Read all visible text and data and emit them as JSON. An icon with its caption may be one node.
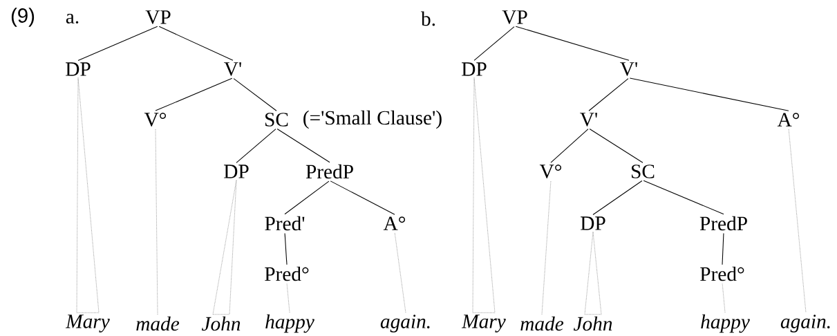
{
  "diagram": {
    "nodes": [
      {
        "text": [
          "VP"
        ]
      },
      {
        "text": [
          "DP"
        ]
      },
      {
        "text": [
          "V'"
        ]
      },
      {
        "text": [
          "V°"
        ]
      },
      {
        "text": [
          "SC"
        ],
        "beside": [
          "(='Small Clause')"
        ]
      },
      {
        "text": [
          "DP"
        ]
      },
      {
        "text": [
          "PredP"
        ]
      },
      {
        "text": [
          "Pred'"
        ]
      },
      {
        "text": [
          "A°"
        ]
      },
      {
        "text": [
          "Pred°"
        ]
      },
      {
        "text": [
          "Mary"
        ]
      },
      {
        "text": [
          "made"
        ]
      },
      {
        "text": [
          "John"
        ]
      },
      {
        "text": [
          "happy"
        ]
      },
      {
        "text": [
          "again."
        ]
      },
      {
        "text": [
          "VP"
        ]
      },
      {
        "text": [
          "DP"
        ]
      },
      {
        "text": [
          "V'"
        ]
      },
      {
        "text": [
          "V'"
        ]
      },
      {
        "text": [
          "A°"
        ]
      },
      {
        "text": [
          "V°"
        ]
      },
      {
        "text": [
          "SC"
        ]
      },
      {
        "text": [
          "DP"
        ]
      },
      {
        "text": [
          "PredP"
        ]
      },
      {
        "text": [
          "Pred°"
        ]
      },
      {
        "text": [
          "Mary"
        ]
      },
      {
        "text": [
          "made"
        ]
      },
      {
        "text": [
          "John"
        ]
      },
      {
        "text": [
          "happy"
        ]
      },
      {
        "text": [
          "again."
        ]
      }
    ],
    "edges": [
      {
        "from": 0,
        "to": 1,
        "arrow": "none"
      },
      {
        "from": 0,
        "to": 2,
        "arrow": "none"
      },
      {
        "from": 2,
        "to": 3,
        "arrow": "none"
      },
      {
        "from": 2,
        "to": 4,
        "arrow": "none"
      },
      {
        "from": 4,
        "to": 5,
        "arrow": "none"
      },
      {
        "from": 4,
        "to": 6,
        "arrow": "none"
      },
      {
        "from": 6,
        "to": 7,
        "arrow": "none"
      },
      {
        "from": 6,
        "to": 8,
        "arrow": "none"
      },
      {
        "from": 7,
        "to": 9,
        "arrow": "none"
      },
      {
        "from": 1,
        "to": 10,
        "arrow": "none",
        "style": "dashed"
      },
      {
        "from": 3,
        "to": 11,
        "arrow": "none",
        "style": "dashed"
      },
      {
        "from": 5,
        "to": 12,
        "arrow": "none",
        "style": "dashed"
      },
      {
        "from": 9,
        "to": 13,
        "arrow": "none",
        "style": "dashed"
      },
      {
        "from": 8,
        "to": 14,
        "arrow": "none",
        "style": "dashed"
      },
      {
        "from": 15,
        "to": 16,
        "arrow": "none"
      },
      {
        "from": 15,
        "to": 17,
        "arrow": "none"
      },
      {
        "from": 17,
        "to": 18,
        "arrow": "none"
      },
      {
        "from": 17,
        "to": 19,
        "arrow": "none"
      },
      {
        "from": 18,
        "to": 20,
        "arrow": "none"
      },
      {
        "from": 18,
        "to": 21,
        "arrow": "none"
      },
      {
        "from": 21,
        "to": 22,
        "arrow": "none"
      },
      {
        "from": 21,
        "to": 23,
        "arrow": "none"
      },
      {
        "from": 23,
        "to": 24,
        "arrow": "none"
      },
      {
        "from": 16,
        "to": 25,
        "arrow": "none",
        "style": "dashed"
      },
      {
        "from": 20,
        "to": 26,
        "arrow": "none",
        "style": "dashed"
      },
      {
        "from": 22,
        "to": 27,
        "arrow": "none",
        "style": "dashed"
      },
      {
        "from": 24,
        "to": 28,
        "arrow": "none",
        "style": "dashed"
      },
      {
        "from": 19,
        "to": 29,
        "arrow": "none",
        "style": "dashed"
      }
    ],
    "labels": [
      "(9)",
      "a.",
      "b."
    ]
  }
}
